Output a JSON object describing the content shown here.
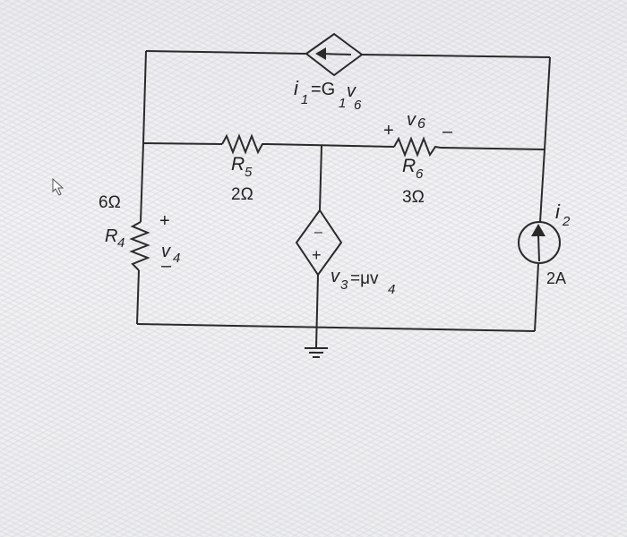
{
  "colors": {
    "wire": "#2a2a2a",
    "text": "#222222"
  },
  "dependent_current": {
    "i": "i",
    "i_sub": "1",
    "eq": "=G",
    "g_sub": "1",
    "v": "v",
    "v_sub": "6"
  },
  "r5": {
    "name": "R",
    "sub": "5",
    "value": "2Ω"
  },
  "r6": {
    "name": "R",
    "sub": "6",
    "value": "3Ω",
    "voltage": "v",
    "voltage_sub": "6",
    "plus": "+",
    "minus": "–"
  },
  "r4": {
    "name": "R",
    "sub": "4",
    "value": "6Ω",
    "voltage": "v",
    "voltage_sub": "4",
    "plus": "+",
    "minus": "–"
  },
  "dependent_voltage": {
    "v": "v",
    "v_sub": "3",
    "eq": "=μv",
    "mu_sub": "4",
    "top": "–",
    "bottom": "+"
  },
  "current_source": {
    "i": "i",
    "i_sub": "2",
    "value": "2A"
  }
}
